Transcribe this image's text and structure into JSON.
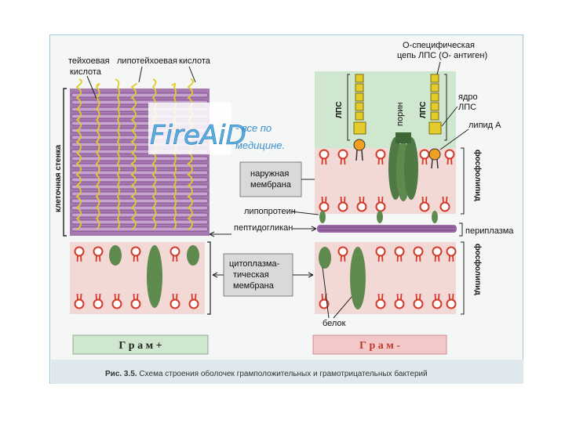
{
  "labels": {
    "teichoic": "тейхоевая",
    "lipoteichoic": "липотейхоевая",
    "acid": "кислота",
    "acid2": "кислота",
    "cell_wall": "клеточная стенка",
    "o_antigen_1": "О-специфическая",
    "o_antigen_2": "цепь ЛПС (О- антиген)",
    "lps_core_1": "ядро",
    "lps_core_2": "ЛПС",
    "lipid_a": "липид А",
    "lps_left": "ЛПС",
    "lps_right": "ЛПС",
    "porin": "порин",
    "outer_membrane_1": "наружная",
    "outer_membrane_2": "мембрана",
    "lipoprotein": "липопротеин",
    "peptidoglycan": "пептидогликан",
    "periplasm": "периплазма",
    "phospholipid_top": "фосфолипид",
    "phospholipid_bottom": "фосфолипид",
    "cytoplasmic_1": "цитоплазма-",
    "cytoplasmic_2": "тическая",
    "cytoplasmic_3": "мембрана",
    "protein": "белок",
    "gram_pos": "Г р а м +",
    "gram_neg": "Г р а м -"
  },
  "caption": {
    "prefix": "Рис. 3.5.",
    "text": " Схема строения оболочек грамположительных и грамотрицательных бактерий"
  },
  "watermark": {
    "logo": "FireAiD",
    "tagline_1": "- все по",
    "tagline_2": "медицине."
  },
  "colors": {
    "purple": "#9b6aa6",
    "purple_dark": "#6e3f7d",
    "yellow": "#e3cc2a",
    "green": "#5e8a4e",
    "lipid_red": "#d23a2a",
    "membrane_bg": "#f3d9d6",
    "gram_pos_bg": "#cfe6cf",
    "gram_neg_bg": "#f2c8c8"
  }
}
